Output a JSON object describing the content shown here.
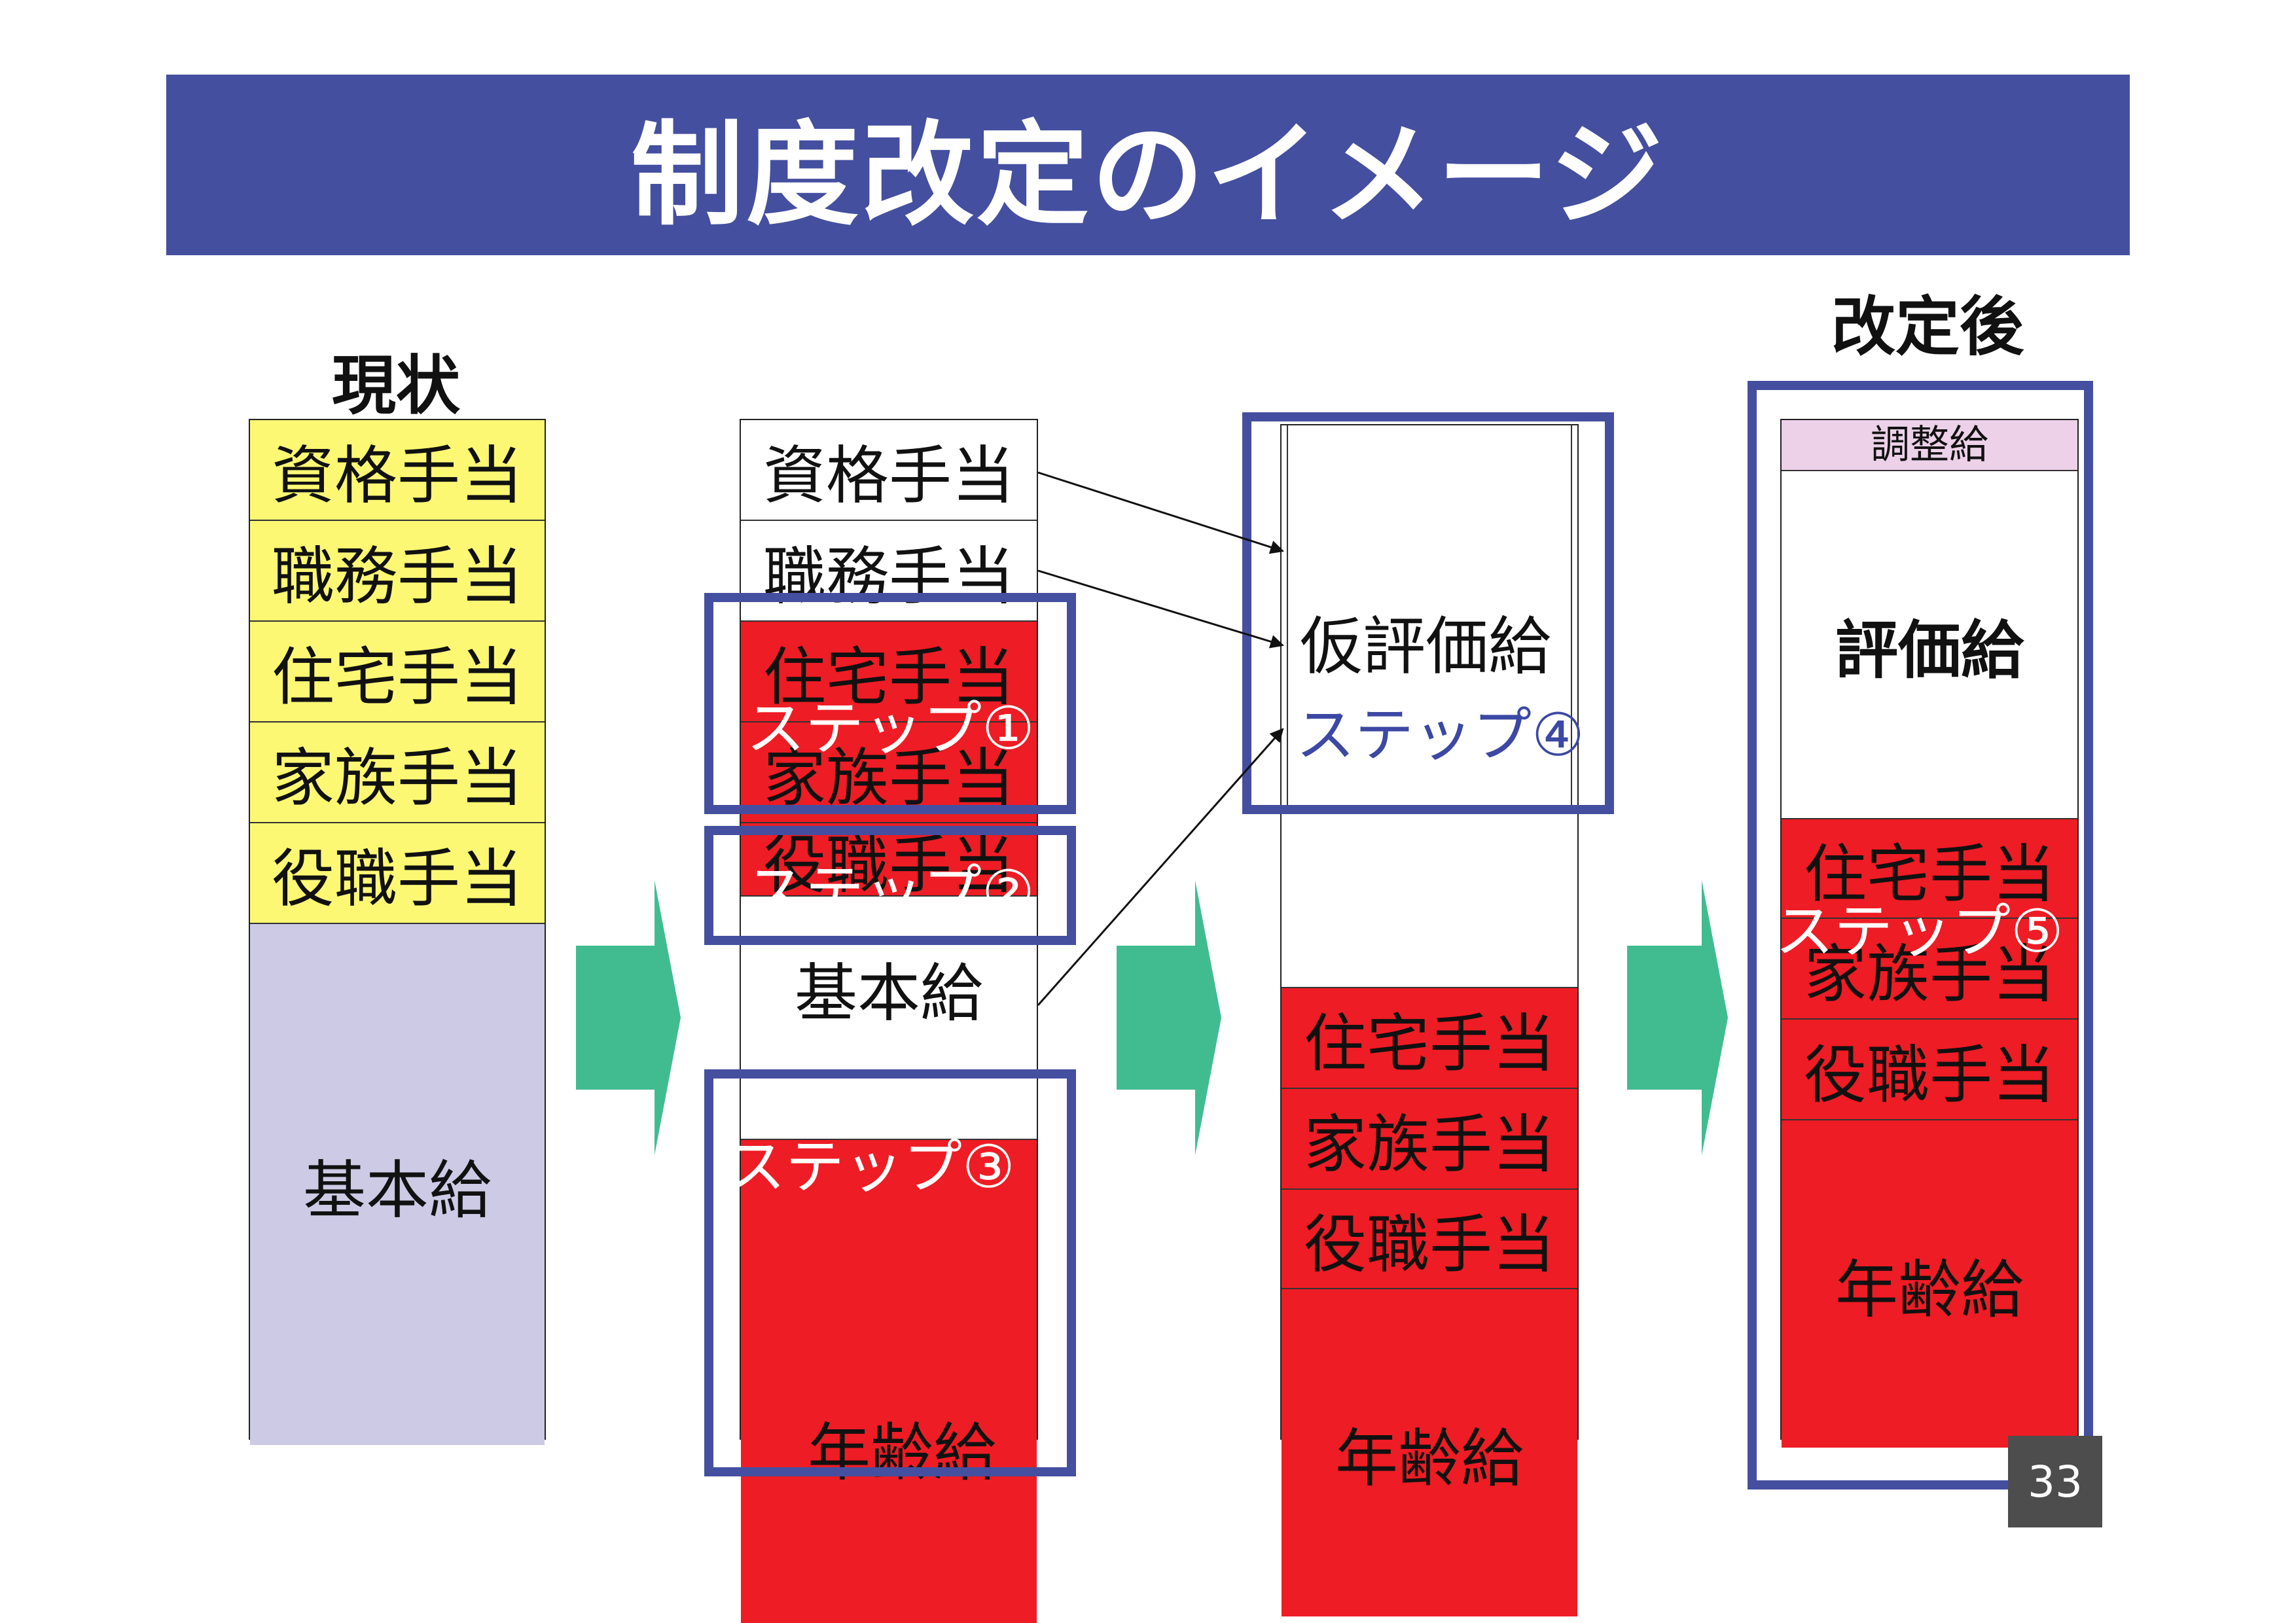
{
  "title": "制度改定のイメージ",
  "headings": {
    "current": "現状",
    "after": "改定後"
  },
  "current": {
    "items": [
      "資格手当",
      "職務手当",
      "住宅手当",
      "家族手当",
      "役職手当",
      "基本給"
    ]
  },
  "stage2": {
    "items": [
      "資格手当",
      "職務手当",
      "住宅手当",
      "家族手当",
      "役職手当",
      "基本給",
      "年齢給"
    ],
    "steps": [
      "ステップ①",
      "ステップ②",
      "ステップ③"
    ]
  },
  "stage3": {
    "items": [
      "仮評価給",
      "住宅手当",
      "家族手当",
      "役職手当",
      "年齢給"
    ],
    "step": "ステップ④"
  },
  "after": {
    "items": [
      "調整給",
      "評価給",
      "住宅手当",
      "家族手当",
      "役職手当",
      "年齢給"
    ],
    "step": "ステップ⑤"
  },
  "page_number": "33",
  "colors": {
    "title_bar": "#444f9f",
    "frame": "#454fa0",
    "yellow": "#fcf874",
    "lavender": "#cccae5",
    "red": "#ee1c24",
    "pink": "#ecd1e8",
    "arrow_green": "#41bc90"
  }
}
